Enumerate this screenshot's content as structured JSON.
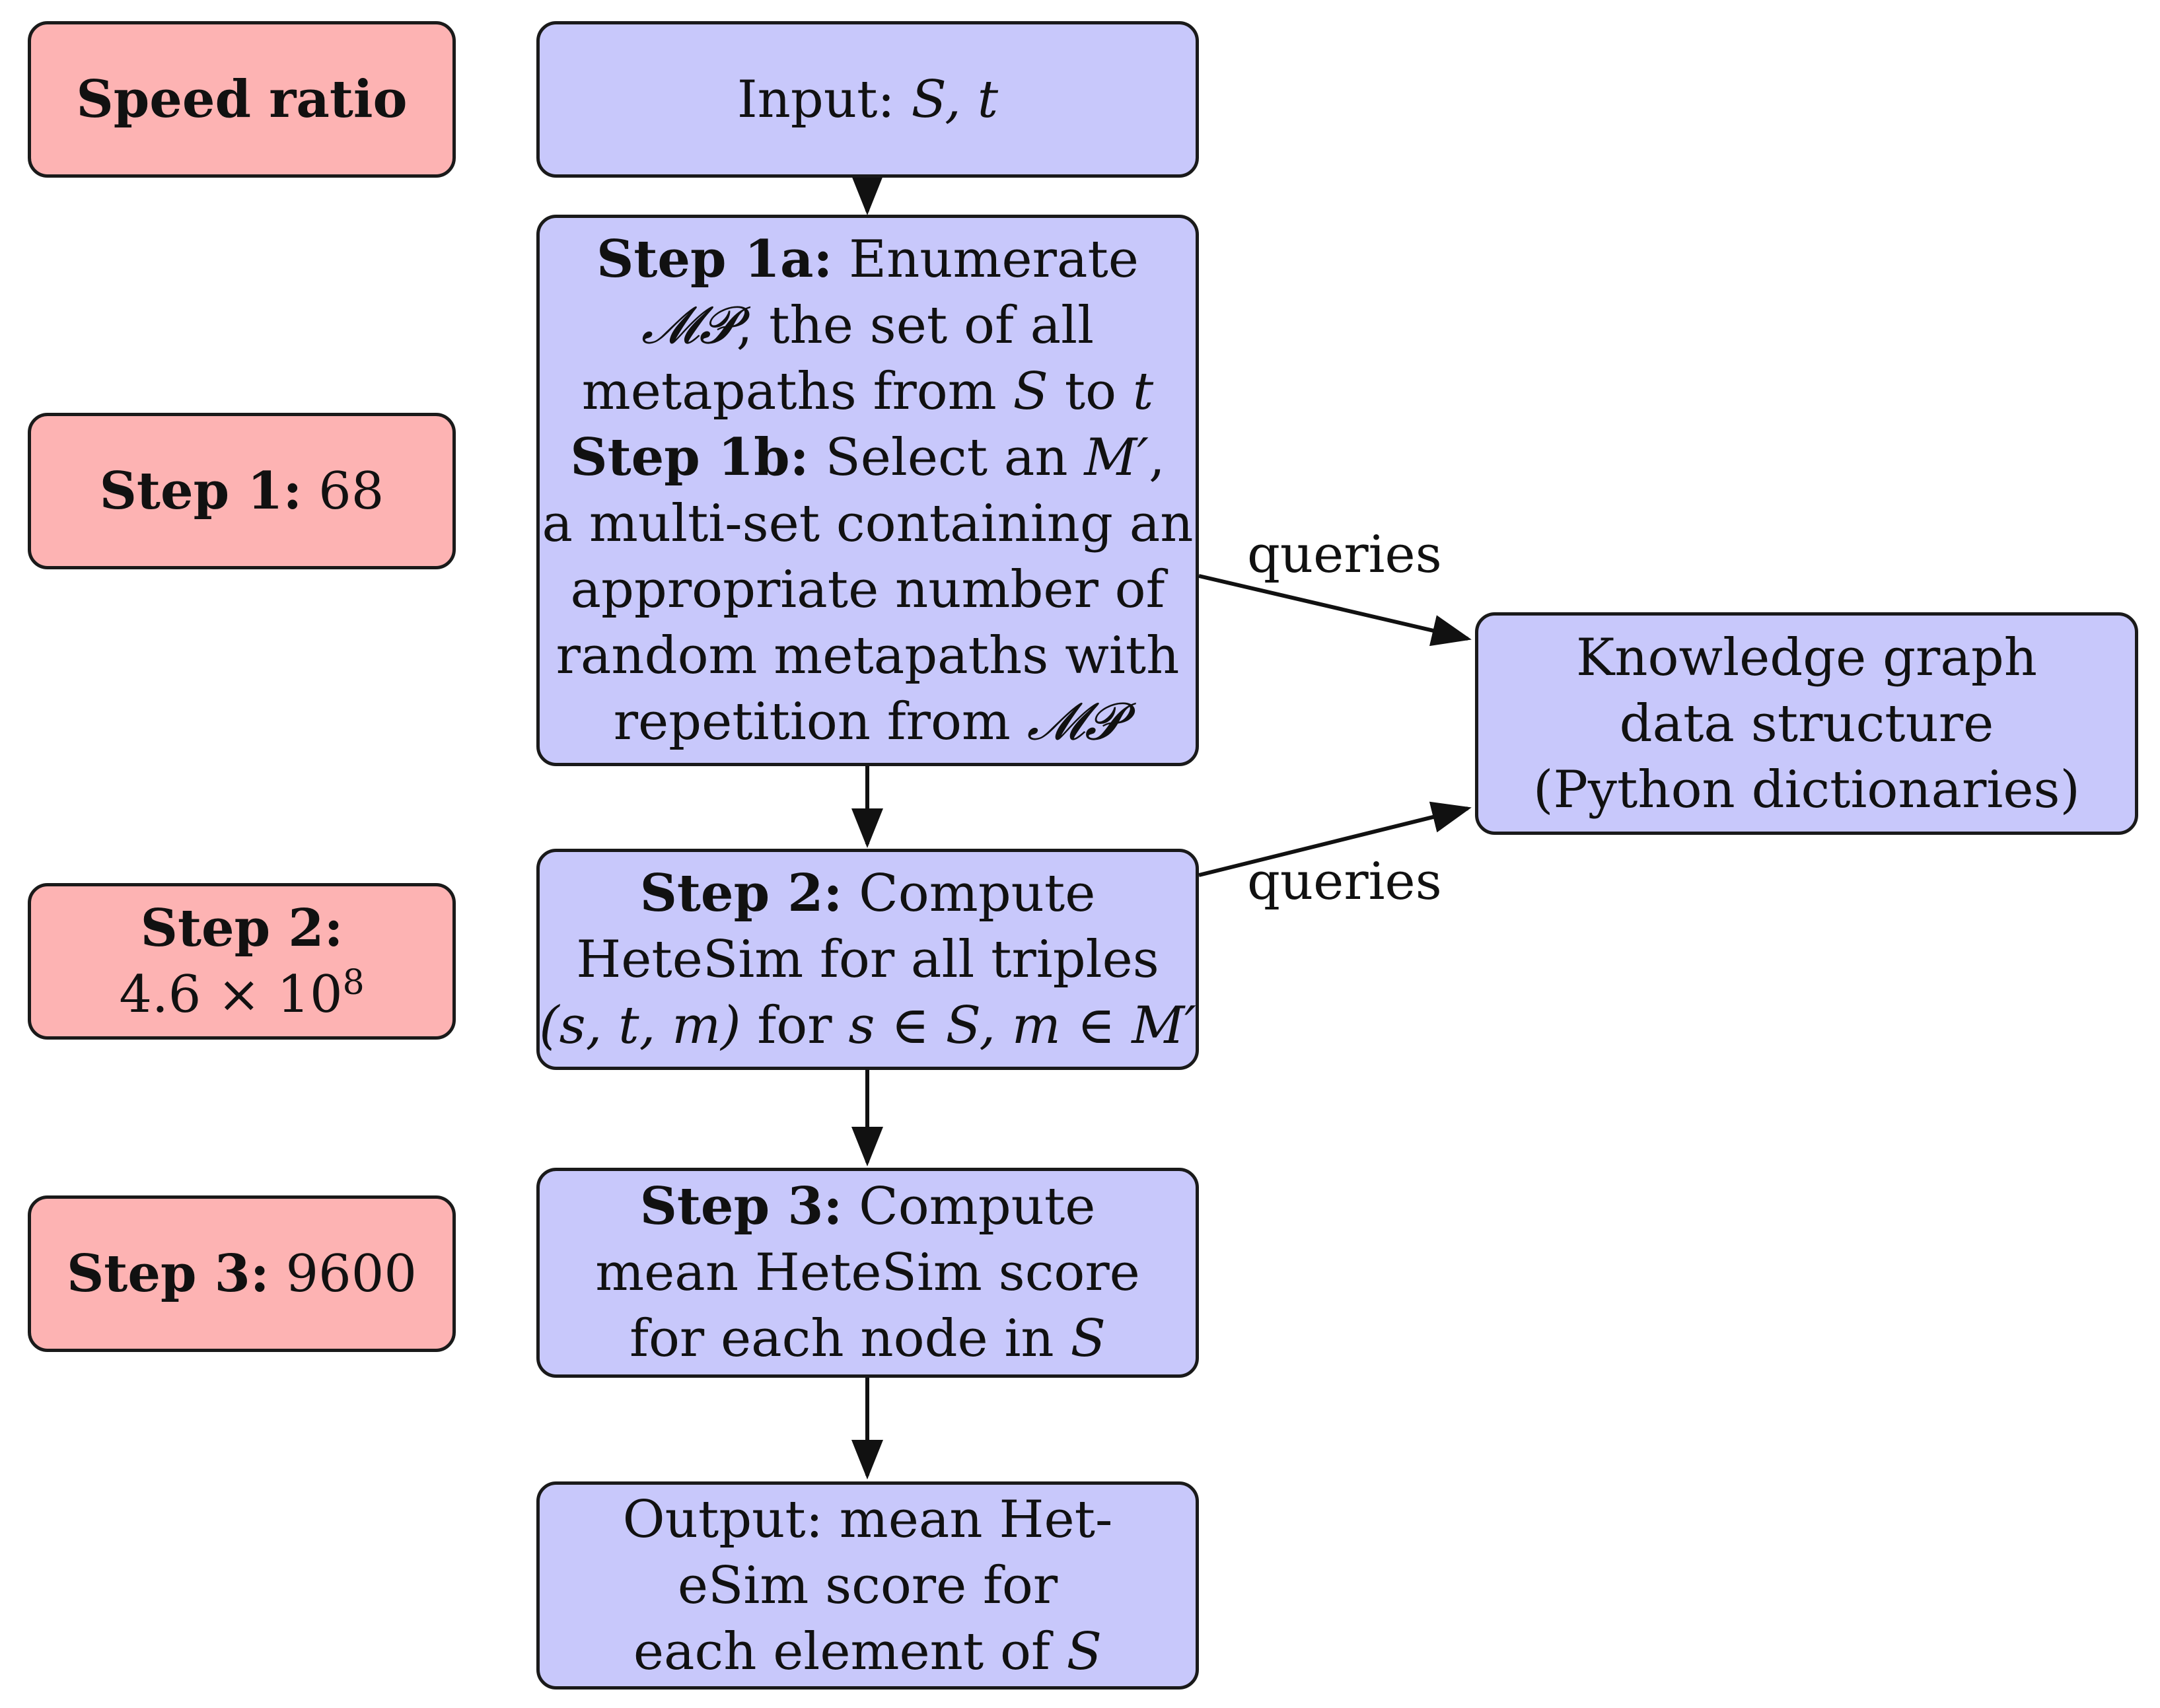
{
  "speed": {
    "header": "Speed ratio",
    "step1_label": "Step 1:",
    "step1_value": "68",
    "step2_label": "Step 2:",
    "step2_value": "4.6 × 10",
    "step2_exp": "8",
    "step3_label": "Step 3:",
    "step3_value": "9600"
  },
  "flow": {
    "input_prefix": "Input:",
    "input_vars": "S, t",
    "step1a_label": "Step 1a:",
    "step1a_text_1": "Enumerate",
    "step1a_math_mp": "𝓜𝓟",
    "step1a_text_2": ", the set of all",
    "step1a_text_3": "metapaths from",
    "step1a_math_s": "S",
    "step1a_text_4": "to",
    "step1a_math_t": "t",
    "step1b_label": "Step 1b:",
    "step1b_text_1": "Select an",
    "step1b_math_m": "M′",
    "step1b_text_2": ",",
    "step1b_line_2": "a multi-set containing an",
    "step1b_line_3": "appropriate number of",
    "step1b_line_4": "random metapaths with",
    "step1b_text_5": "repetition from",
    "step1b_math_mp": "𝓜𝓟",
    "step2_label": "Step 2:",
    "step2_text_1": "Compute",
    "step2_line_2": "HeteSim for all triples",
    "step2_math_triple": "(s, t, m)",
    "step2_text_3": "for",
    "step2_math_cond": "s ∈ S, m ∈ M′",
    "step3_label": "Step 3:",
    "step3_text_1": "Compute",
    "step3_line_2": "mean HeteSim score",
    "step3_text_3": "for each node in",
    "step3_math_s": "S",
    "output_line_1": "Output: mean Het-",
    "output_line_2": "eSim score for",
    "output_text_3": "each element of",
    "output_math_s": "S"
  },
  "kg": {
    "line_1": "Knowledge graph",
    "line_2": "data structure",
    "line_3": "(Python dictionaries)"
  },
  "edges": {
    "queries_top": "queries",
    "queries_bottom": "queries"
  }
}
